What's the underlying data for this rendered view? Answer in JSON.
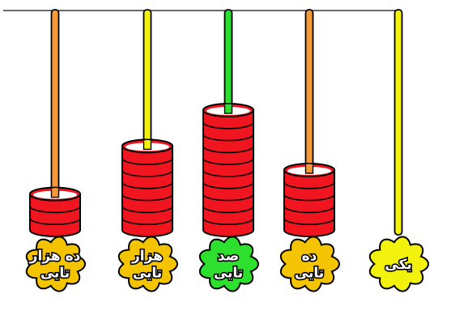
{
  "rods": [
    {
      "id": "ten-thousands",
      "beads": 3,
      "rod_color": "#F59A3A",
      "flower_color": "#F5C400",
      "label_lines": [
        "ده هزار",
        "تایی"
      ]
    },
    {
      "id": "thousands",
      "beads": 7,
      "rod_color": "#F2F20E",
      "flower_color": "#F5C400",
      "label_lines": [
        "هزار",
        "تایی"
      ]
    },
    {
      "id": "hundreds",
      "beads": 10,
      "rod_color": "#2EE02E",
      "flower_color": "#2EE02E",
      "label_lines": [
        "صد",
        "تایی"
      ]
    },
    {
      "id": "tens",
      "beads": 5,
      "rod_color": "#F59A3A",
      "flower_color": "#F5C400",
      "label_lines": [
        "ده",
        "تایی"
      ]
    },
    {
      "id": "ones",
      "beads": 0,
      "rod_color": "#F2F20E",
      "flower_color": "#F2F20E",
      "label_lines": [
        "یکی"
      ]
    }
  ],
  "colors": {
    "bead": "#F0151E",
    "outline": "#000000",
    "top_border": "#111111"
  }
}
